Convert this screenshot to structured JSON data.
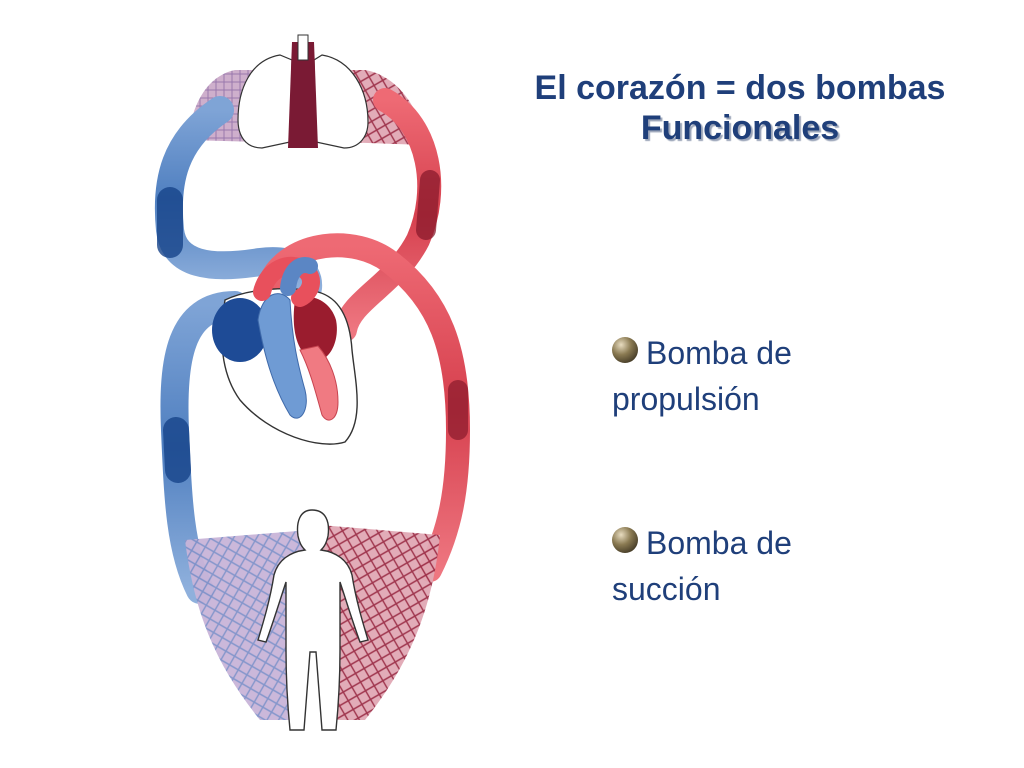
{
  "title": {
    "line1": "El corazón = dos bombas",
    "line2": "Funcionales"
  },
  "bullets": [
    {
      "line1": "Bomba de",
      "line2": "propulsión"
    },
    {
      "line1": "Bomba de",
      "line2": "succión"
    }
  ],
  "colors": {
    "title_text": "#1f3f7a",
    "venous_blue": "#5b86c4",
    "venous_dark": "#17448a",
    "arterial_red": "#e8505c",
    "arterial_dark": "#8a1a2c",
    "bullet_marker": "#5a4e33"
  },
  "diagram": {
    "parts": [
      "lungs-illustration",
      "heart-illustration",
      "body-silhouette",
      "pulmonary-circulation-loop",
      "systemic-circulation-loop"
    ]
  }
}
